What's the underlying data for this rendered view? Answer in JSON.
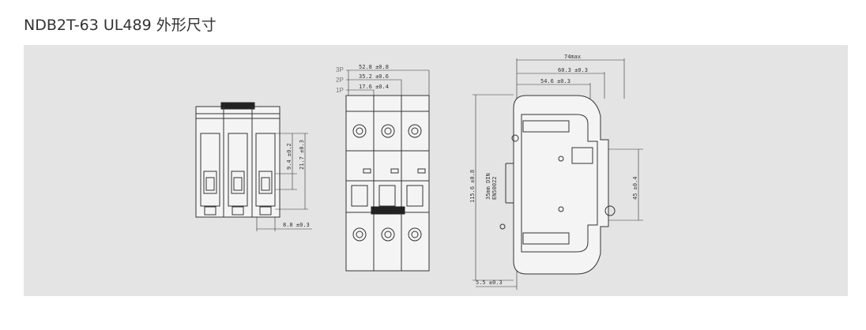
{
  "title": "NDB2T-63 UL489 外形尺寸",
  "colors": {
    "panel_bg": "#e4e4e4",
    "line": "#333333",
    "fill": "#f4f4f4"
  },
  "left_view": {
    "dims": {
      "d1": "9.4 ±0.2",
      "d2": "21.7 ±0.3",
      "d3": "8.8 ±0.3"
    }
  },
  "front_view": {
    "pole_labels": [
      "3P",
      "2P",
      "1P"
    ],
    "dims": {
      "w3p": "52.8 ±0.8",
      "w2p": "35.2 ±0.6",
      "w1p": "17.6 ±0.4"
    }
  },
  "side_view": {
    "dims": {
      "max": "74max",
      "d60": "60.3 ±0.3",
      "d54": "54.6 ±0.3",
      "height": "115.6 ±0.8",
      "din1": "35mm DIN",
      "din2": "EN50022",
      "d45": "45 ±0.4",
      "d55": "5.5 ±0.3"
    }
  }
}
